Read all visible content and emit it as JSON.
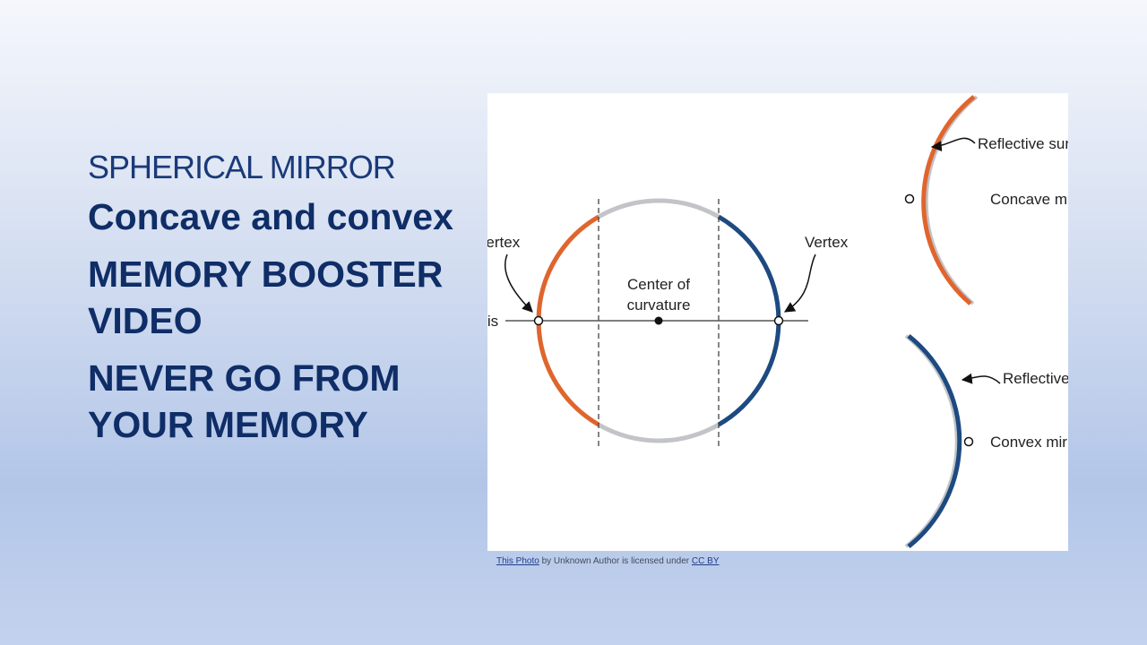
{
  "slide": {
    "subtitle": "SPHERICAL MIRROR",
    "headings": [
      "Concave and convex",
      "MEMORY BOOSTER VIDEO",
      "NEVER GO FROM YOUR MEMORY"
    ]
  },
  "diagram": {
    "vertex_left": "Vertex",
    "vertex_right": "Vertex",
    "axis": "Axis",
    "center_line1": "Center of",
    "center_line2": "curvature",
    "concave_reflective": "Reflective surface",
    "concave_label": "Concave mirror",
    "convex_reflective": "Reflective surface",
    "convex_label": "Convex mirror",
    "colors": {
      "concave": "#e0652d",
      "convex": "#1d4a80",
      "circle": "#c2c4c8"
    }
  },
  "credit": {
    "link_text": "This Photo",
    "middle_text": " by Unknown Author is licensed under ",
    "license_text": "CC BY"
  }
}
